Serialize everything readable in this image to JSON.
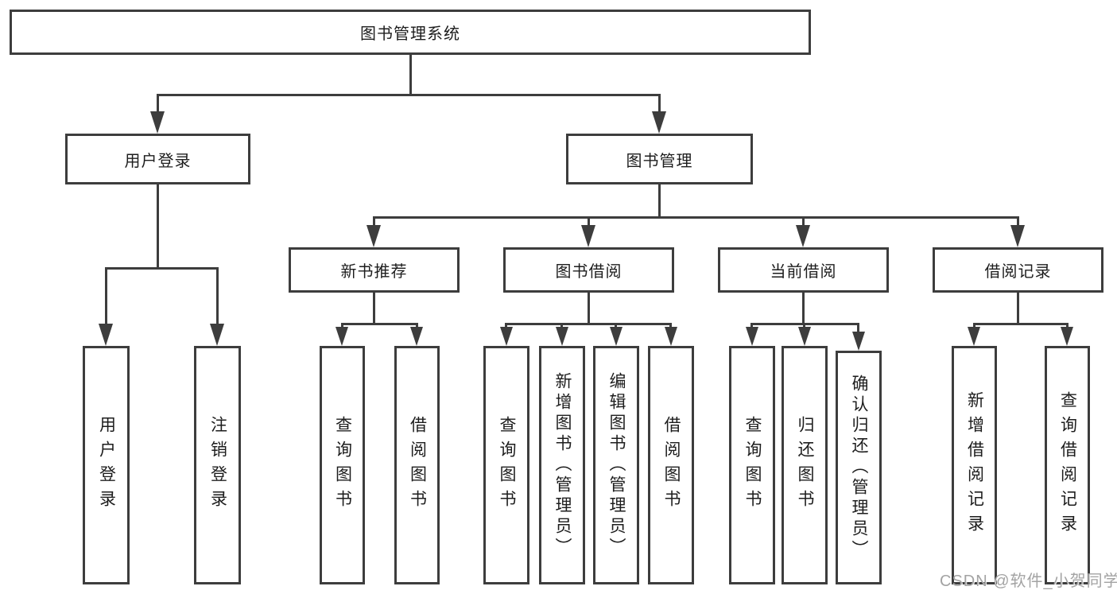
{
  "diagram": {
    "root": {
      "label": "图书管理系统"
    },
    "children": [
      {
        "label": "用户登录",
        "children": [
          "用户登录",
          "注销登录"
        ]
      },
      {
        "label": "图书管理",
        "children": [
          {
            "label": "新书推荐",
            "children": [
              "查询图书",
              "借阅图书"
            ]
          },
          {
            "label": "图书借阅",
            "children": [
              "查询图书",
              "新增图书（管理员）",
              "编辑图书（管理员）",
              "借阅图书"
            ]
          },
          {
            "label": "当前借阅",
            "children": [
              "查询图书",
              "归还图书",
              "确认归还（管理员）"
            ]
          },
          {
            "label": "借阅记录",
            "children": [
              "新增借阅记录",
              "查询借阅记录"
            ]
          }
        ]
      }
    ]
  },
  "watermark": {
    "text": "CSDN @软件_小贺同学"
  },
  "colors": {
    "line": "#3d3d3d",
    "text": "#1d1d1d",
    "watermark": "#a3a3a3",
    "background": "#ffffff"
  }
}
